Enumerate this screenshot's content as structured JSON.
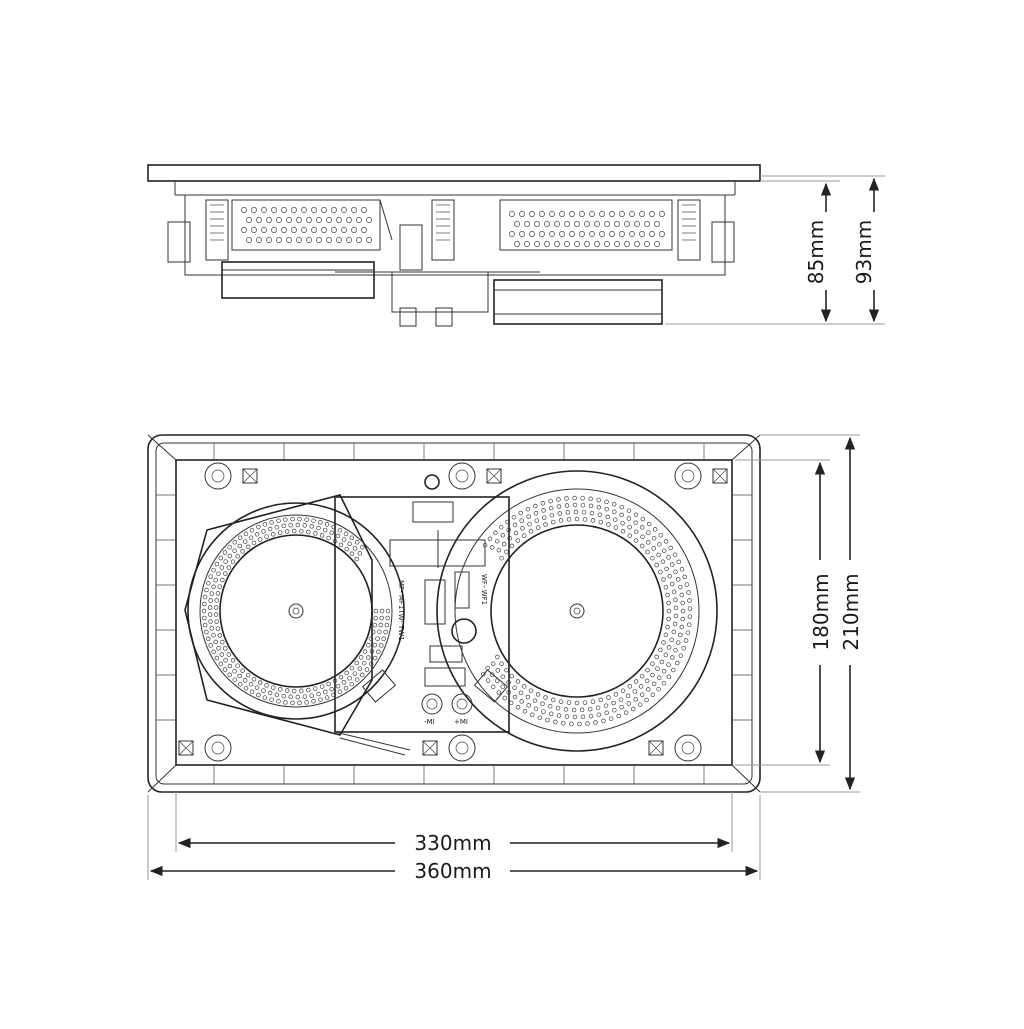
{
  "dimensions": {
    "side_depth_inner": "85mm",
    "side_depth_outer": "93mm",
    "front_height_inner": "180mm",
    "front_height_outer": "210mm",
    "front_width_inner": "330mm",
    "front_width_outer": "360mm"
  },
  "pcb_labels": {
    "mid_terminal_neg": "-MI",
    "mid_terminal_pos": "+MI",
    "tw_label": "MF- MF1TW- TW1",
    "wf_label": "WF- WF1"
  },
  "colors": {
    "line": "#222222",
    "background": "#ffffff"
  }
}
